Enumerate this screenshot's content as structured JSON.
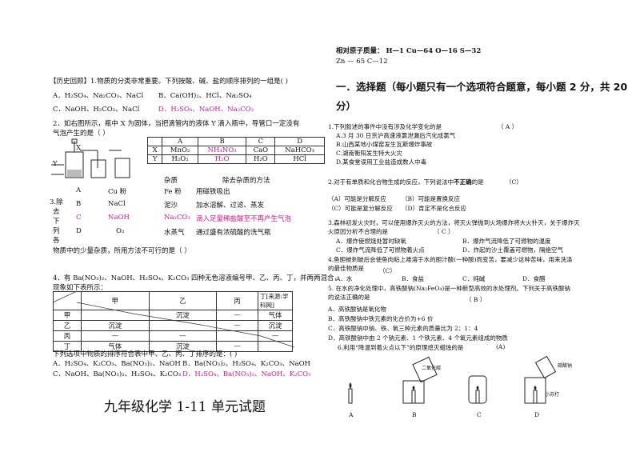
{
  "left": {
    "q1": {
      "stem": "【历史回顾】1.物质的分类非常重要。下列按酸、碱、盐的顺序排列的一组是(       )",
      "a": "A．H₂SO₄、Na₂CO₃、NaCl",
      "b": "B．Ca(OH)₂、HCl、Na₂SO₄",
      "c": "C．NaOH、H₂CO₃、NaCl",
      "d": "D．H₂SO₄、NaOH、Na₂CO₃"
    },
    "q2": {
      "stem": "2．如右图所示，瓶中 X 为固体，当把滴管内的液体 Y 滴入瓶中，导管口一定没有",
      "stem2": "气泡产生的是（       ）",
      "label_x": "X",
      "label_y": "Y",
      "table": [
        [
          "",
          "A",
          "B",
          "C",
          "D"
        ],
        [
          "X",
          "MnO₂",
          "NH₄NO₃",
          "CaO",
          "NaHCO₃"
        ],
        [
          "Y",
          "H₂O₂",
          "H₂O",
          "H₂O",
          "HCl"
        ]
      ]
    },
    "q3": {
      "header_sub": "杂质",
      "header_method": "除去杂质的方法",
      "side": [
        "3.除",
        "去",
        "下",
        "列",
        "各"
      ],
      "rows": [
        {
          "opt": "A",
          "sub": "Cu 粉",
          "imp": "Fe 粉",
          "method": "用磁铁吸出"
        },
        {
          "opt": "B",
          "sub": "NaCl",
          "imp": "泥沙",
          "method": "加水溶解、过滤、蒸发"
        },
        {
          "opt": "C",
          "sub": "NaOH",
          "imp": "Na₂CO₃",
          "method": "滴入足量稀盐酸至不再产生气泡"
        },
        {
          "opt": "D",
          "sub": "O₂",
          "imp": "水蒸气",
          "method": "通过盛有浓硫酸的洗气瓶"
        }
      ],
      "tail": "物质中的少量杂质，所用方法不可行的是（       ）"
    },
    "q4": {
      "stem": "4．有 Ba(NO₃)₂、NaOH、H₂SO₄、K₂CO₃ 四种无色溶液编号甲、乙、丙、丁，并两两混合，",
      "stem2": "现象如下表所示：",
      "table": [
        [
          "",
          "甲",
          "乙",
          "丙",
          "丁[来源:学科网]"
        ],
        [
          "甲",
          "",
          "沉淀",
          "—",
          "气体"
        ],
        [
          "乙",
          "沉淀",
          "",
          "—",
          "沉淀"
        ],
        [
          "丙",
          "—",
          "—",
          "",
          "—"
        ],
        [
          "丁",
          "气体",
          "沉淀",
          "—",
          ""
        ]
      ],
      "ask": "下列选项中物质的排序符合表中甲、乙、丙、丁排序的是：(   )",
      "a": "A．H₂SO₄、K₂CO₃、Ba(NO₃)₂、NaOH",
      "b": "B．Ba(NO₃)₂、H₂SO₄、K₂CO₃、NaOH",
      "c": "C．NaOH、Ba(NO₃)₂、H₂SO₄、K₂CO₃",
      "d": "D．H₂SO₄、Ba(NO₃)₂、NaOH、K₂CO₃"
    },
    "title": "九年级化学 1-11 单元试题"
  },
  "right": {
    "atomic": "相对原子质量：  H—1  Cu—64  O—16   S—32",
    "atomic2": "Zn  —  65      C—12",
    "section": "一．选择题（每小题只有一个选项符合题意，每小题 2 分，共 20",
    "section2": "分）",
    "q1": {
      "stem": "1.下列叙述的事件中没有涉及化学变化的是",
      "ans": "（  A  ）",
      "opts": [
        "A.3 月 30 日京沪高速液氯泄漏后汽化成氯气",
        "B.山西某地小煤窑发生瓦斯爆炸事故",
        "C.湖南衡阳发生特大火灾",
        "D.某食堂误用工业盐造成数人中毒"
      ]
    },
    "q2": {
      "stem_a": "2.对于有单质和化合物生成的反应，下列说法中",
      "stem_b": "不正确",
      "stem_c": "的是",
      "ans": "（C）",
      "a": "（A）可能是分解反应",
      "b": "（B）可能是置换反应",
      "c": "（C）可能是复分解反应",
      "d": "（D）肯定不是化合反应"
    },
    "q3": {
      "stem": "3.森林初发火灾时，可以使用爆炸灭火的方法，将灭火弹抛到火场爆炸将大火扑灭，关于爆炸灭",
      "stem2": "火原因分析不合理的是",
      "ans": "（ C ）",
      "a": "A．爆炸使燃烧处暂时缺氧",
      "b": "B．爆炸气流降低了可燃物的温度",
      "c": "C．爆炸气流降低了可燃物着火点",
      "d": "D．炸起的沙土覆盖可燃物，隔绝空气"
    },
    "q4": {
      "stem": "4.鱼胆被刺破后会使鱼肉粘上难溶于水的胆汁酸(一种酸)而变苦，要减少这种苦味，用来洗涤",
      "stem2": "的最佳物质是",
      "ans": "（C）",
      "opts": [
        "A．水",
        "B．食盐",
        "C．纯碱",
        "D．食醋"
      ]
    },
    "q5": {
      "stem": "5.     在水的净化处理中，高铁酸钠(Na₂FeO₄)是一种新型高效的水处理剂。下列关于高铁酸钠",
      "stem2": "的说法正确的是",
      "ans": "（ B ）",
      "opts": [
        "A．高铁酸钠是氧化物",
        "B．高铁酸钠中铁元素的化合价为+6 价",
        "C．高铁酸钠中钠、铁、氧三种元素的质量比为 2：1：4",
        "D．高铁酸钠中由 2 个钠元素、1 个铁元素、4 个氧元素组成的物质"
      ]
    },
    "q6": {
      "stem": "6.利用“降温到着火点以下”的原理熄灭蜡烛的是",
      "ans": "(A)",
      "fig_labels": [
        "A",
        "B",
        "C",
        "D"
      ],
      "tag_b": "二氧化碳",
      "tag_d": "碳酸钠",
      "tag_d2": "小苏打"
    }
  }
}
